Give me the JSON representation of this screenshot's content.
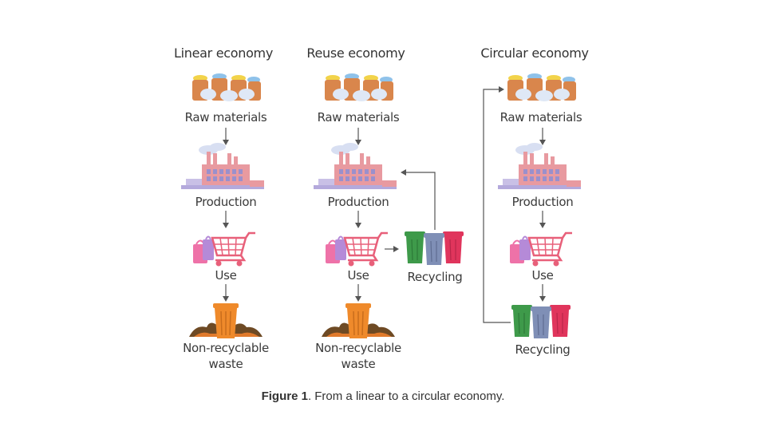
{
  "columns": [
    {
      "title": "Linear economy",
      "labels": {
        "raw": "Raw materials",
        "production": "Production",
        "use": "Use",
        "waste_line1": "Non-recyclable",
        "waste_line2": "waste"
      }
    },
    {
      "title": "Reuse economy",
      "labels": {
        "raw": "Raw materials",
        "production": "Production",
        "use": "Use",
        "recycling": "Recycling",
        "waste_line1": "Non-recyclable",
        "waste_line2": "waste"
      }
    },
    {
      "title": "Circular economy",
      "labels": {
        "raw": "Raw materials",
        "production": "Production",
        "use": "Use",
        "recycling": "Recycling"
      }
    }
  ],
  "caption": {
    "prefix": "Figure 1",
    "text": ". From a linear to a circular economy."
  },
  "colors": {
    "factory": "#e89aa0",
    "factory_base": "#c9c0e6",
    "cart": "#e8607a",
    "bag_pink": "#ee72a8",
    "bag_purple": "#b58ad8",
    "bin_green": "#3e9a4a",
    "bin_blue": "#7f8fb6",
    "bin_red": "#e0355c",
    "waste_bin": "#ef8a2b",
    "dirt": "#6e4a24",
    "basket": "#d9864c",
    "material_yellow": "#f2d34a",
    "material_blue": "#8fc2ea",
    "cloud": "#d8dff2"
  }
}
